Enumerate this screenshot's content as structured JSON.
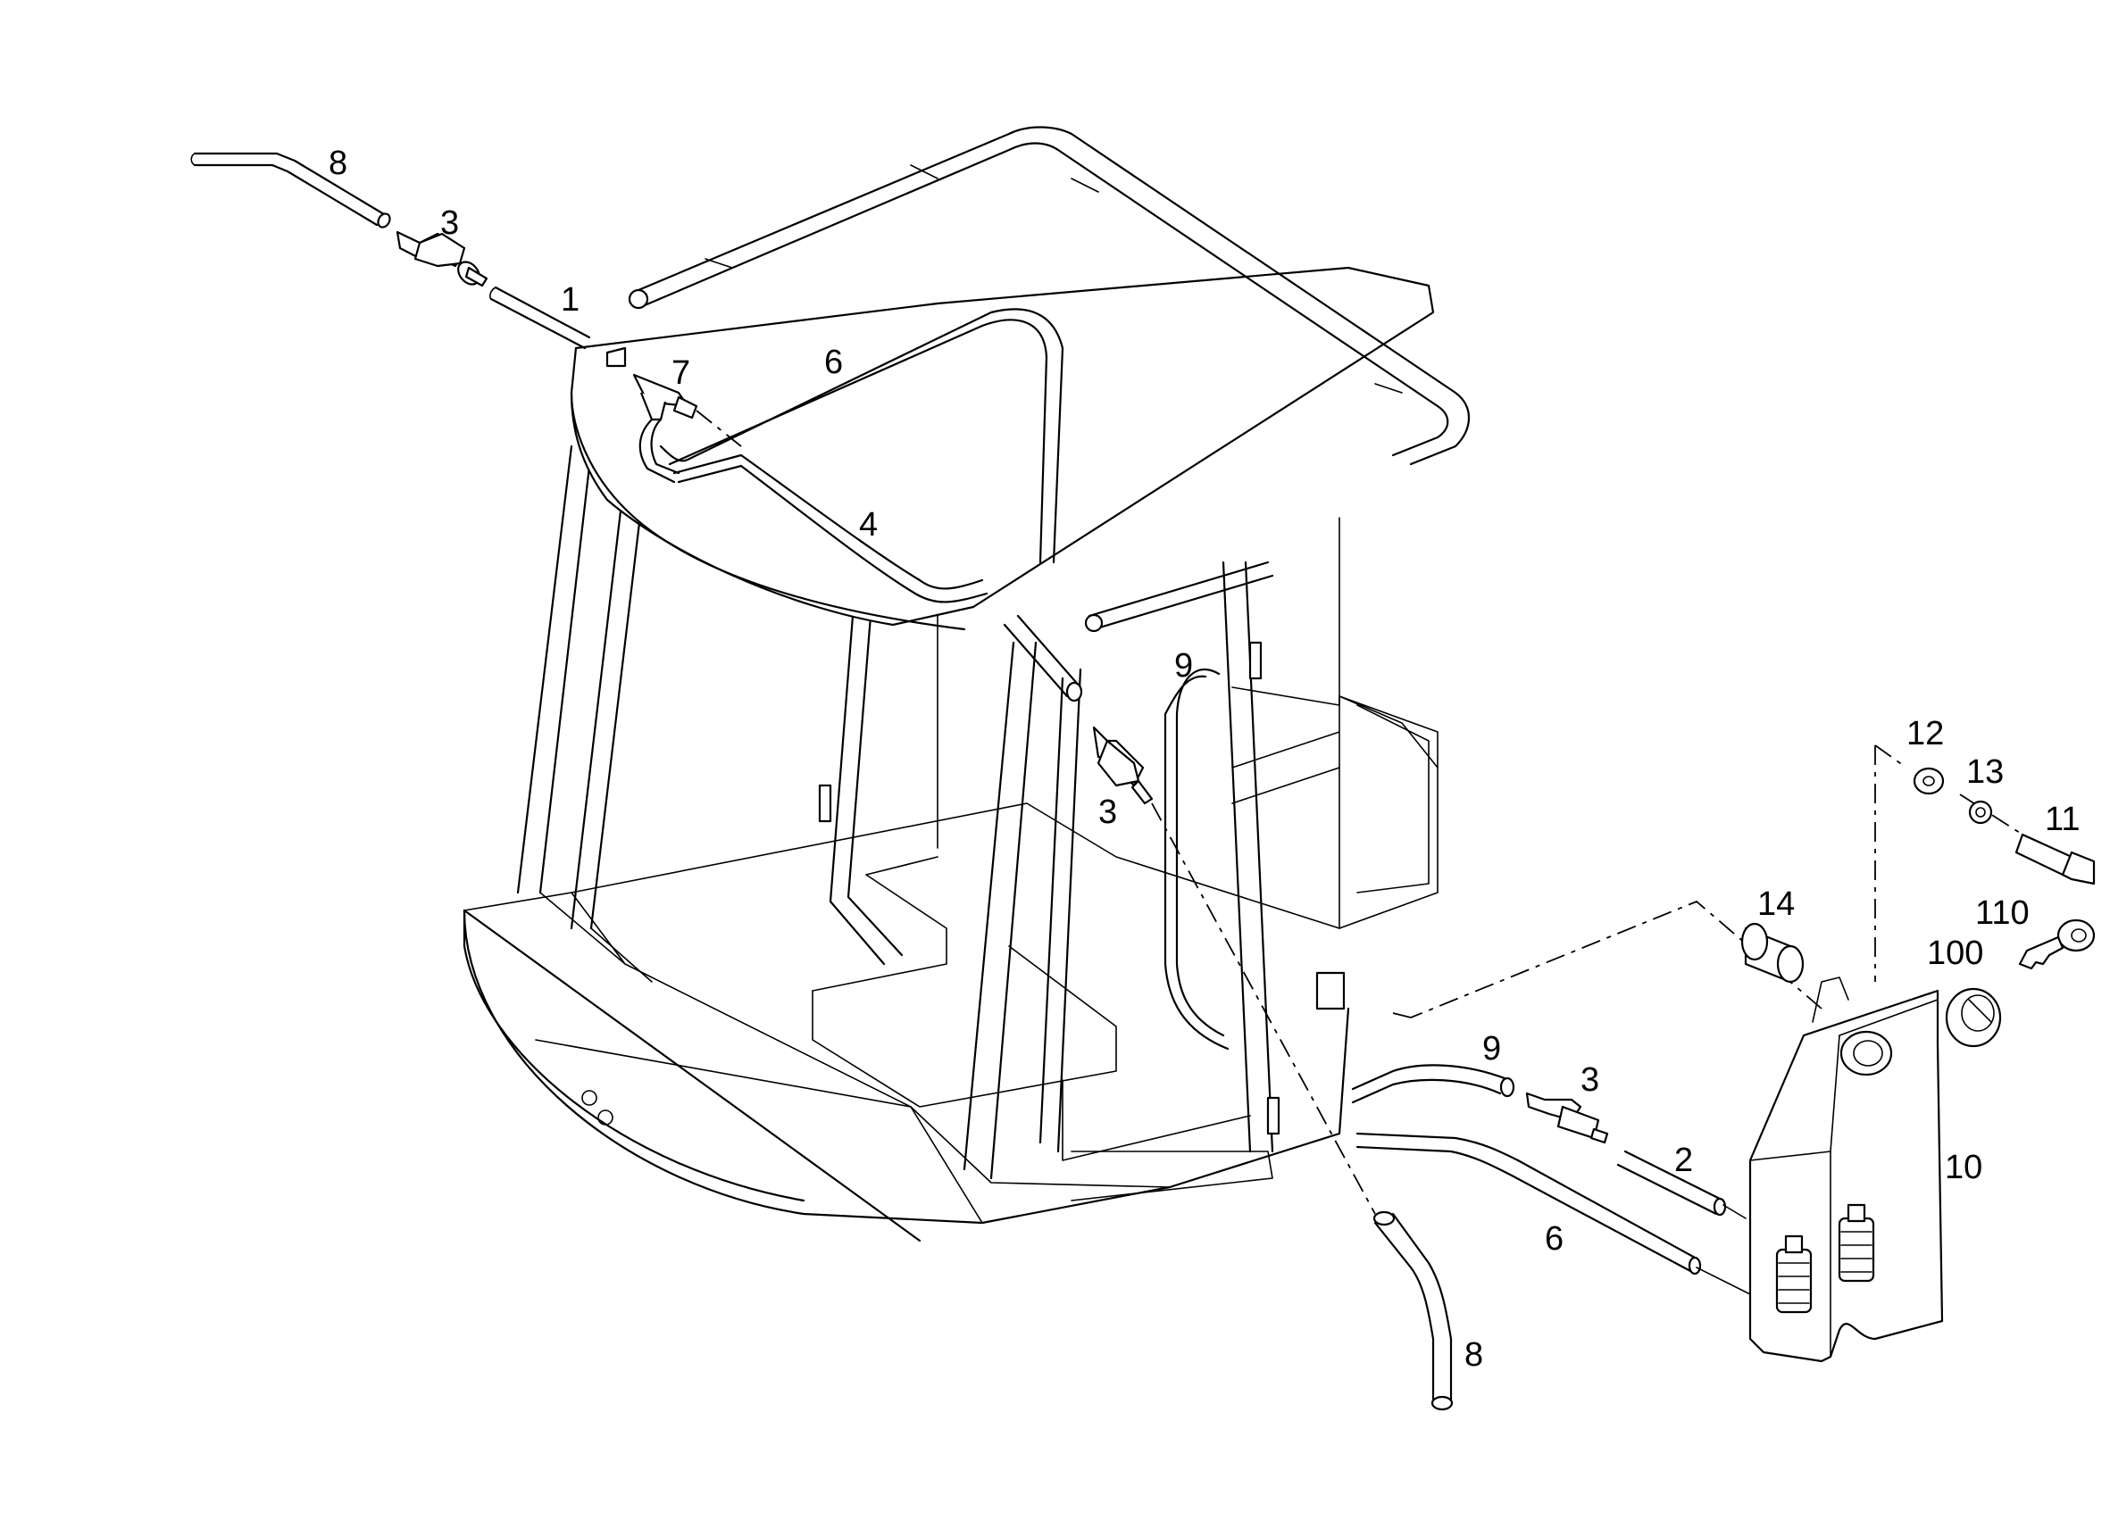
{
  "labels": {
    "p1": "1",
    "p2": "2",
    "p3a": "3",
    "p3b": "3",
    "p3c": "3",
    "p4": "4",
    "p6a": "6",
    "p6b": "6",
    "p7": "7",
    "p8a": "8",
    "p8b": "8",
    "p9a": "9",
    "p9b": "9",
    "p10": "10",
    "p11": "11",
    "p12": "12",
    "p13": "13",
    "p14": "14",
    "p100": "100",
    "p110": "110"
  }
}
